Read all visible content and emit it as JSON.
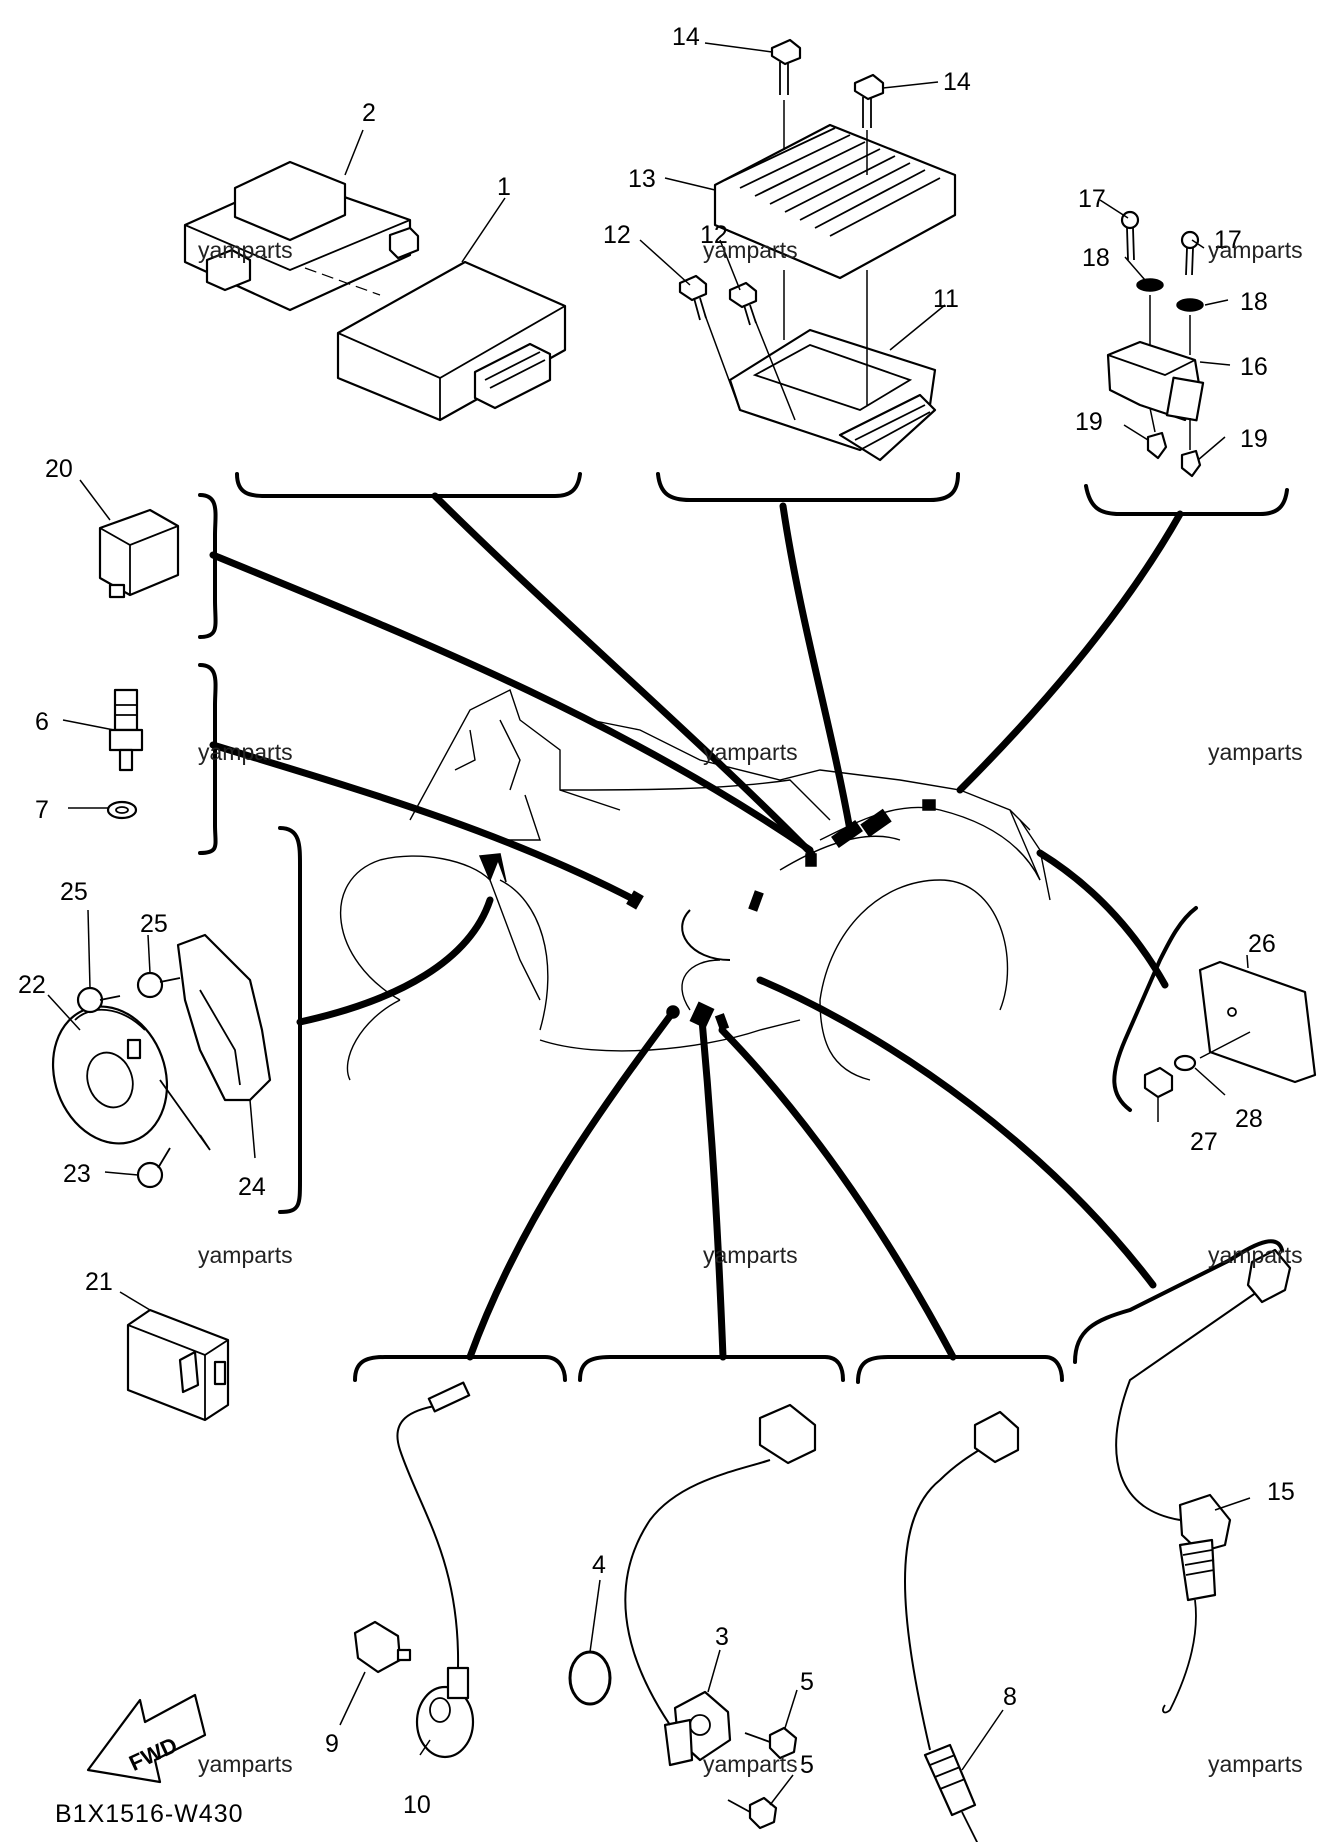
{
  "diagram_code": "B1X1516-W430",
  "watermark": "yamparts",
  "fwd_label": "FWD",
  "labels": {
    "p1": "1",
    "p2": "2",
    "p3": "3",
    "p4": "4",
    "p5a": "5",
    "p5b": "5",
    "p6": "6",
    "p7": "7",
    "p8": "8",
    "p9": "9",
    "p10": "10",
    "p11": "11",
    "p12a": "12",
    "p12b": "12",
    "p13": "13",
    "p14a": "14",
    "p14b": "14",
    "p15": "15",
    "p16": "16",
    "p17a": "17",
    "p17b": "17",
    "p18a": "18",
    "p18b": "18",
    "p19a": "19",
    "p19b": "19",
    "p20": "20",
    "p21": "21",
    "p22": "22",
    "p23": "23",
    "p24": "24",
    "p25a": "25",
    "p25b": "25",
    "p26": "26",
    "p27": "27",
    "p28": "28"
  }
}
